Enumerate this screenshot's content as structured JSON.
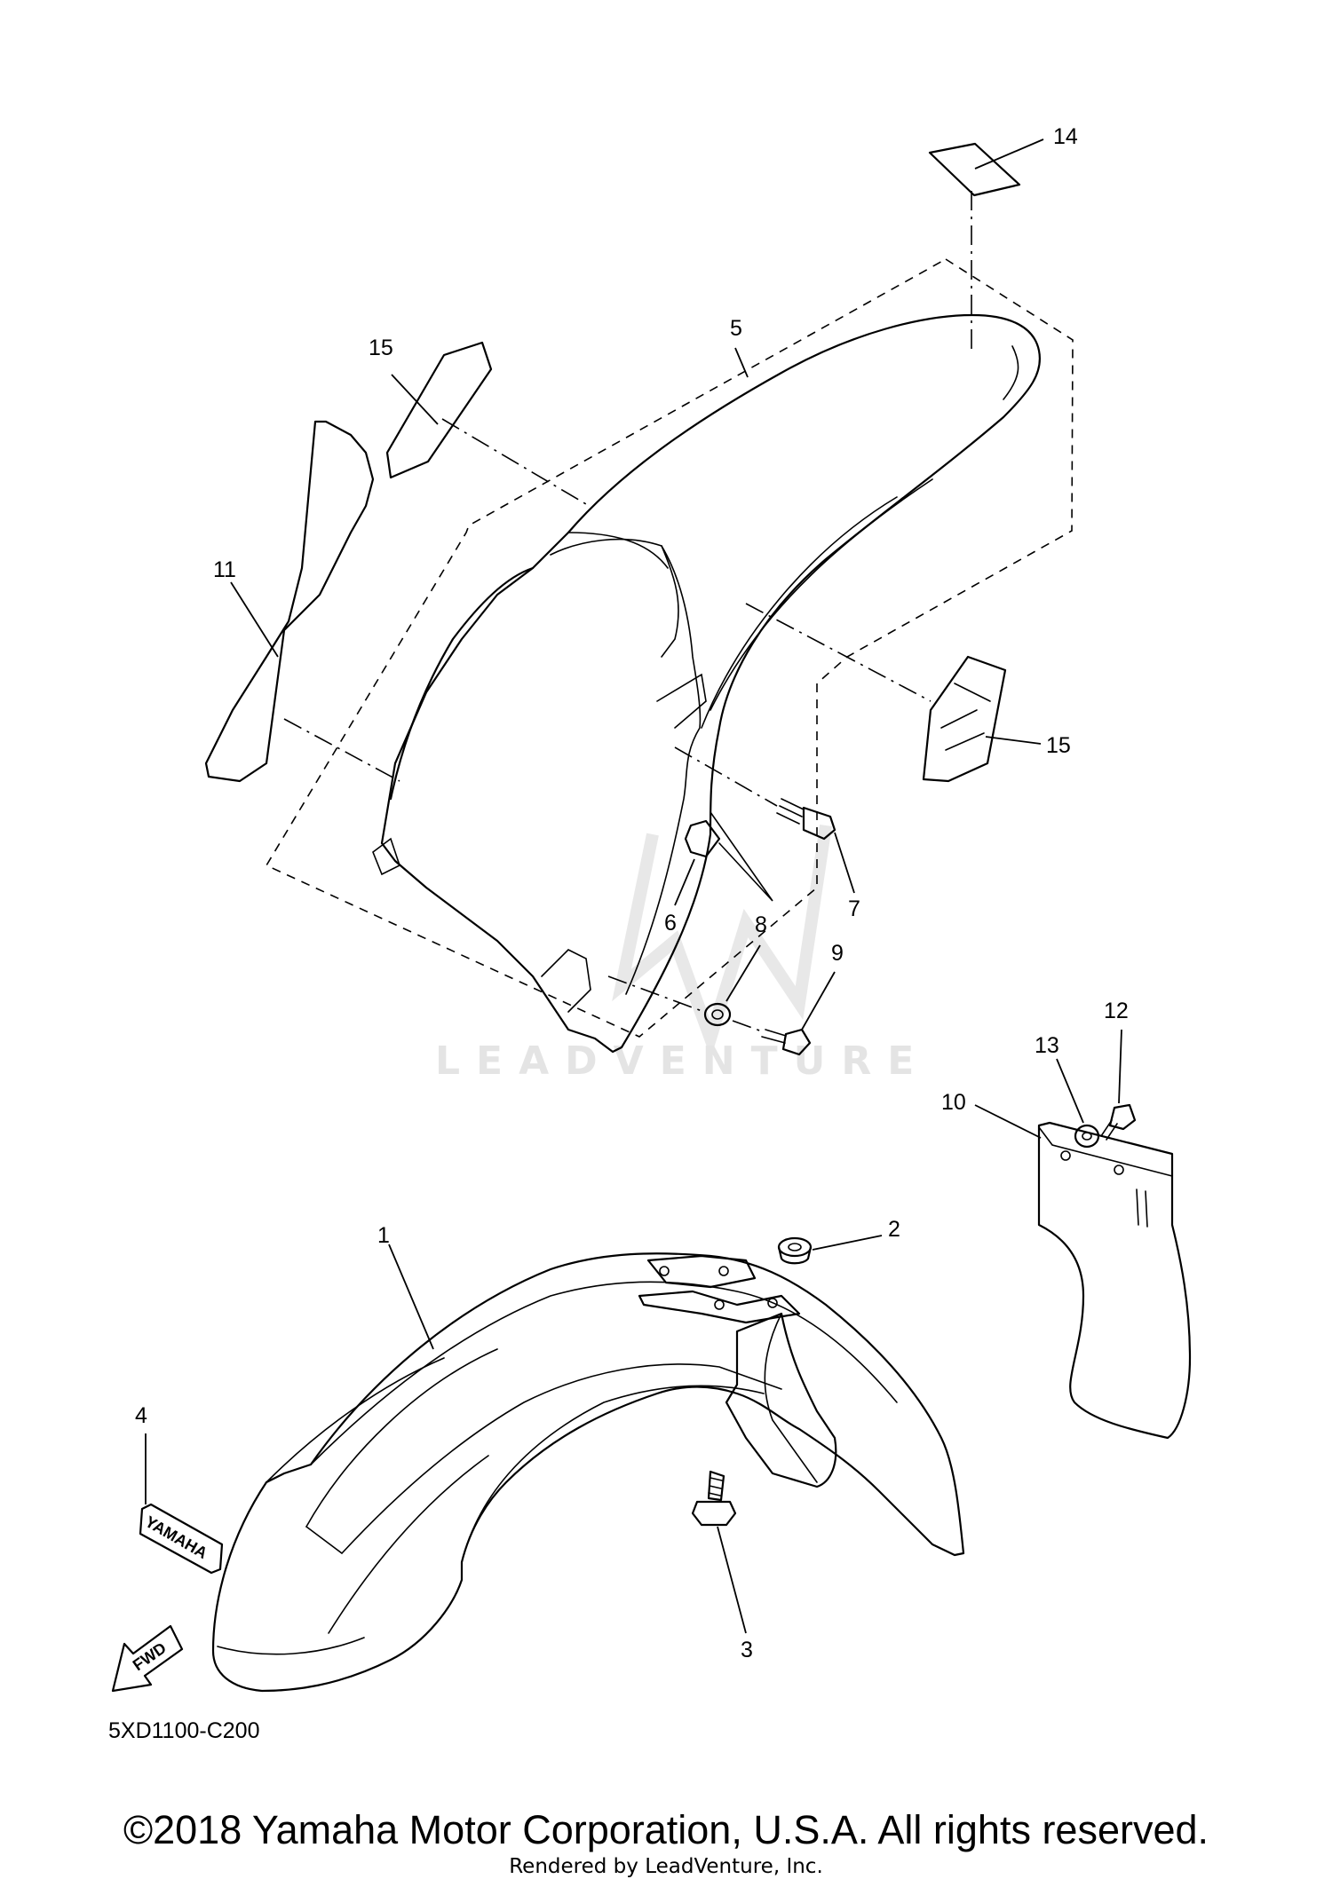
{
  "diagram": {
    "callouts": {
      "c1": "1",
      "c2": "2",
      "c3": "3",
      "c4": "4",
      "c5": "5",
      "c6": "6",
      "c7": "7",
      "c8": "8",
      "c9": "9",
      "c10": "10",
      "c11": "11",
      "c12": "12",
      "c13": "13",
      "c14": "14",
      "c15a": "15",
      "c15b": "15"
    },
    "decal_yamaha_text": "YAMAHA",
    "fwd_arrow_text": "FWD",
    "diagram_code": "5XD1100-C200",
    "watermark_text": "LEADVENTURE"
  },
  "footer": {
    "copyright": "©2018 Yamaha Motor Corporation, U.S.A. All rights reserved.",
    "rendered_by": "Rendered by LeadVenture, Inc."
  }
}
